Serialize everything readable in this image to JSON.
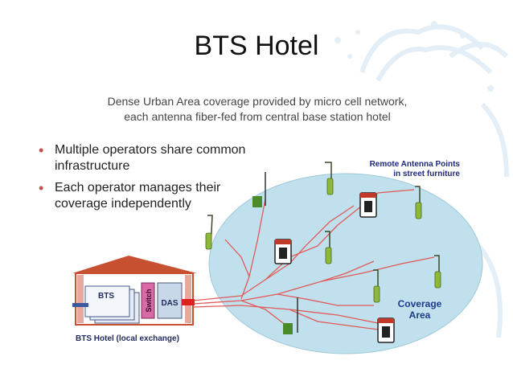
{
  "title": "BTS Hotel",
  "caption": {
    "line1": "Dense Urban Area coverage provided by micro cell network,",
    "line2": "each antenna fiber-fed from central base station hotel"
  },
  "bullets": [
    "Multiple operators share common infrastructure",
    "Each operator manages their coverage independently"
  ],
  "diagram": {
    "remote_label_line1": "Remote Antenna Points",
    "remote_label_line2": "in street furniture",
    "coverage_line1": "Coverage",
    "coverage_line2": "Area",
    "bts_label": "BTS",
    "switch_label": "Switch",
    "das_label": "DAS",
    "hotel_label": "BTS Hotel (local exchange)"
  },
  "colors": {
    "coverage_fill": "#bfe0ec",
    "fiber": "#e25a5a",
    "antenna": "#8db83a",
    "roof": "#c75030",
    "bullet": "#c0504d"
  }
}
